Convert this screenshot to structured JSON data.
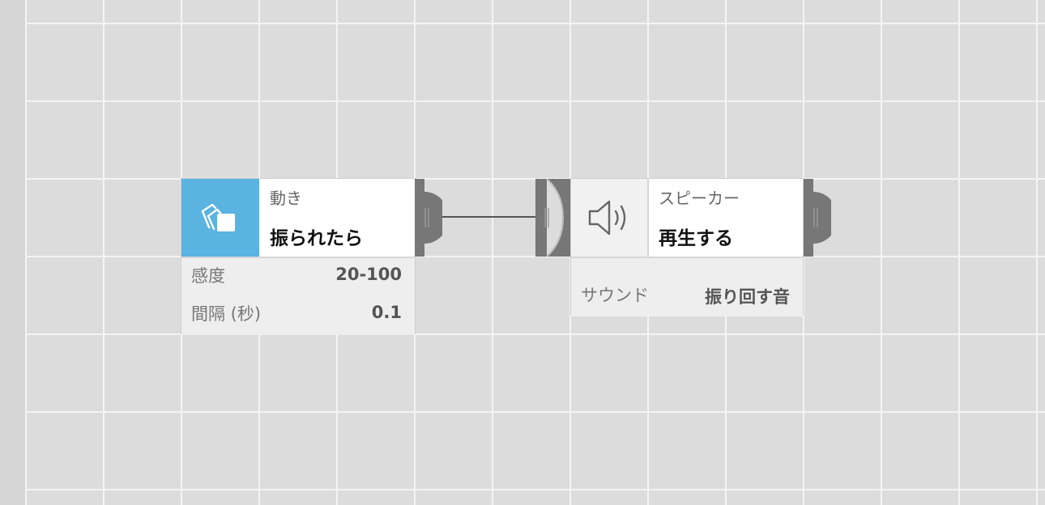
{
  "nodes": [
    {
      "category": "動き",
      "action": "振られたら",
      "icon": "shake-icon",
      "accent": "#5ab3e0",
      "properties": [
        {
          "label": "感度",
          "value": "20-100"
        },
        {
          "label": "間隔 (秒)",
          "value": "0.1"
        }
      ]
    },
    {
      "category": "スピーカー",
      "action": "再生する",
      "icon": "speaker-icon",
      "properties": [
        {
          "label": "サウンド",
          "value": "振り回す音"
        }
      ]
    }
  ],
  "colors": {
    "canvas": "#dcdcdc",
    "grid": "#f4f4f4",
    "port": "#777777",
    "wire": "#555555"
  }
}
